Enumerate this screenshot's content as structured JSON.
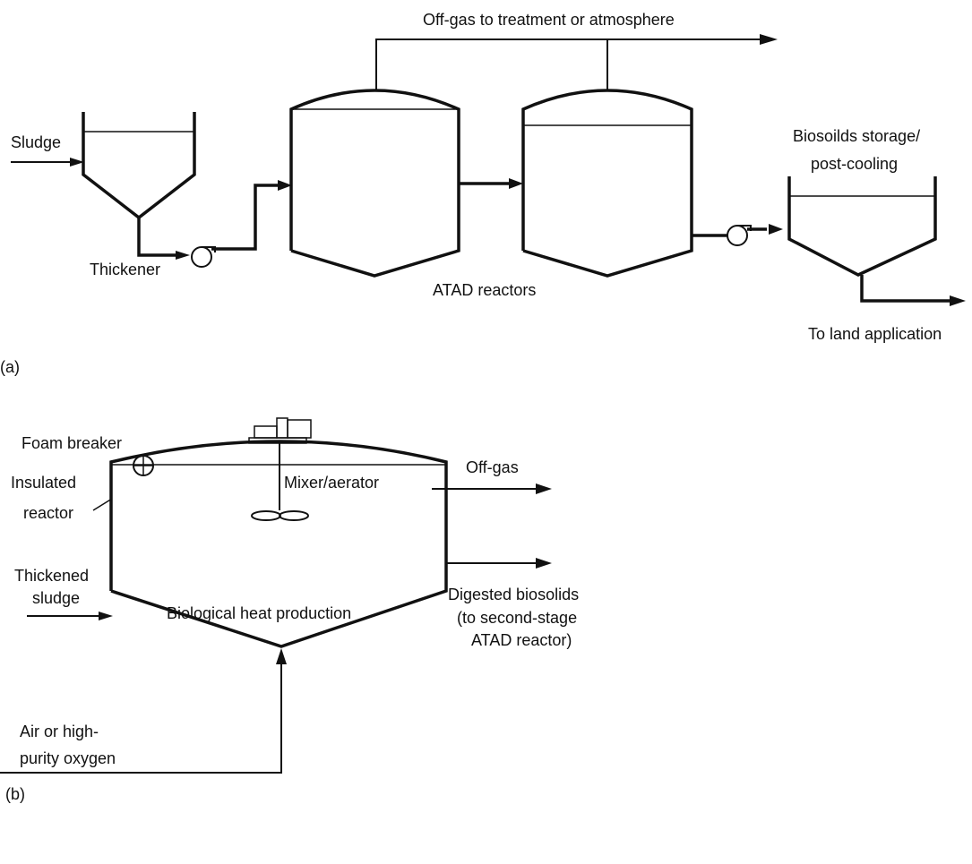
{
  "panel_a": {
    "label": "(a)",
    "offgas_label": "Off-gas to treatment or atmosphere",
    "sludge_label": "Sludge",
    "thickener_label": "Thickener",
    "reactors_label": "ATAD reactors",
    "storage_label_line1": "Biosoilds storage/",
    "storage_label_line2": "post-cooling",
    "land_label": "To land application"
  },
  "panel_b": {
    "label": "(b)",
    "foam_breaker_label": "Foam breaker",
    "insulated_line1": "Insulated",
    "insulated_line2": "reactor",
    "mixer_label": "Mixer/aerator",
    "offgas_label": "Off-gas",
    "thickened_line1": "Thickened",
    "thickened_line2": "sludge",
    "heat_label": "Biological heat production",
    "digested_line1": "Digested biosolids",
    "digested_line2": "(to second-stage",
    "digested_line3": "ATAD reactor)",
    "air_line1": "Air or high-",
    "air_line2": "purity oxygen"
  },
  "colors": {
    "ink": "#111111",
    "background": "#ffffff"
  }
}
